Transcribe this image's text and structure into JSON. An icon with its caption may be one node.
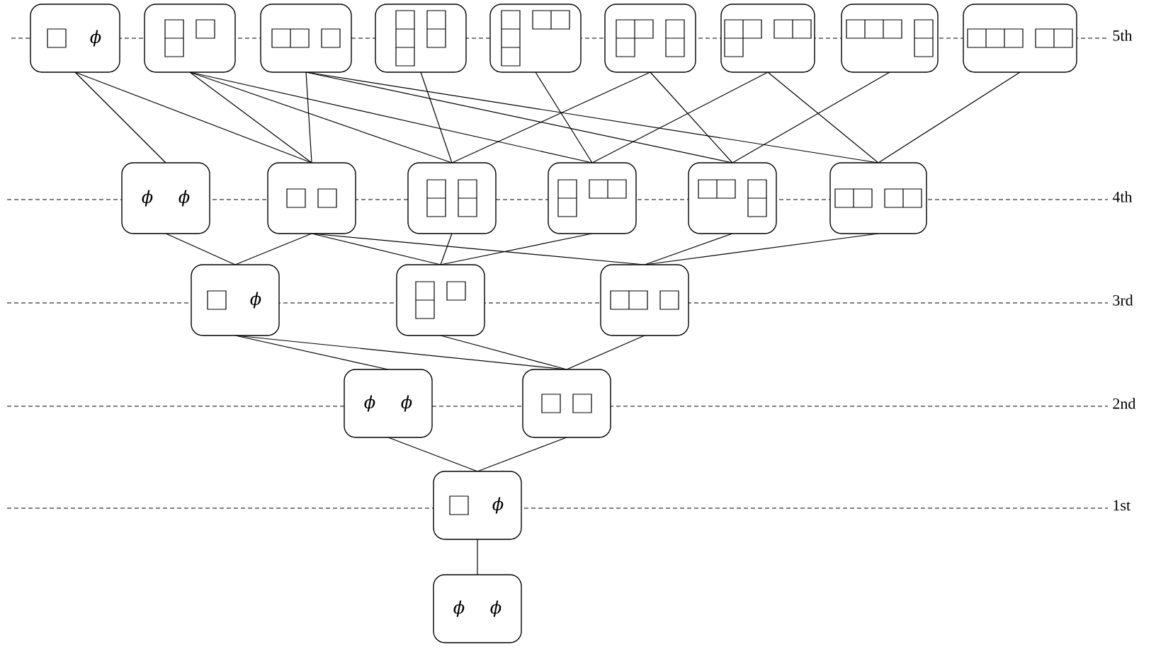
{
  "diagram": {
    "nodes": [
      {
        "text": [
          "ϕ"
        ]
      },
      {
        "text": [],
        "shape": "box"
      },
      {
        "text": [],
        "shape": "box"
      },
      {
        "text": [],
        "shape": "box"
      },
      {
        "text": [],
        "shape": "box"
      },
      {
        "text": [],
        "shape": "box"
      },
      {
        "text": [],
        "shape": "box"
      },
      {
        "text": [],
        "shape": "box"
      },
      {
        "text": [],
        "shape": "box"
      },
      {
        "text": [
          "ϕ",
          "ϕ"
        ]
      },
      {
        "text": [],
        "shape": "box"
      },
      {
        "text": [],
        "shape": "box"
      },
      {
        "text": [],
        "shape": "box"
      },
      {
        "text": [],
        "shape": "box"
      },
      {
        "text": [],
        "shape": "box"
      },
      {
        "text": [
          "ϕ"
        ]
      },
      {
        "text": [],
        "shape": "box"
      },
      {
        "text": [],
        "shape": "box"
      },
      {
        "text": [
          "ϕ",
          "ϕ"
        ]
      },
      {
        "text": [],
        "shape": "box"
      },
      {
        "text": [
          "ϕ"
        ]
      },
      {
        "text": [
          "ϕ",
          "ϕ"
        ]
      }
    ],
    "edges": [
      {
        "from": 9,
        "to": 0,
        "arrow": "none"
      },
      {
        "from": 10,
        "to": 0,
        "arrow": "none"
      },
      {
        "from": 10,
        "to": 1,
        "arrow": "none"
      },
      {
        "from": 11,
        "to": 1,
        "arrow": "none"
      },
      {
        "from": 12,
        "to": 1,
        "arrow": "none"
      },
      {
        "from": 10,
        "to": 2,
        "arrow": "none"
      },
      {
        "from": 13,
        "to": 2,
        "arrow": "none"
      },
      {
        "from": 14,
        "to": 2,
        "arrow": "none"
      },
      {
        "from": 11,
        "to": 3,
        "arrow": "none"
      },
      {
        "from": 12,
        "to": 4,
        "arrow": "none"
      },
      {
        "from": 11,
        "to": 5,
        "arrow": "none"
      },
      {
        "from": 13,
        "to": 5,
        "arrow": "none"
      },
      {
        "from": 12,
        "to": 6,
        "arrow": "none"
      },
      {
        "from": 14,
        "to": 6,
        "arrow": "none"
      },
      {
        "from": 13,
        "to": 7,
        "arrow": "none"
      },
      {
        "from": 14,
        "to": 8,
        "arrow": "none"
      },
      {
        "from": 15,
        "to": 9,
        "arrow": "none"
      },
      {
        "from": 15,
        "to": 10,
        "arrow": "none"
      },
      {
        "from": 16,
        "to": 10,
        "arrow": "none"
      },
      {
        "from": 17,
        "to": 10,
        "arrow": "none"
      },
      {
        "from": 16,
        "to": 11,
        "arrow": "none"
      },
      {
        "from": 16,
        "to": 12,
        "arrow": "none"
      },
      {
        "from": 17,
        "to": 13,
        "arrow": "none"
      },
      {
        "from": 17,
        "to": 14,
        "arrow": "none"
      },
      {
        "from": 18,
        "to": 15,
        "arrow": "none"
      },
      {
        "from": 19,
        "to": 15,
        "arrow": "none"
      },
      {
        "from": 19,
        "to": 16,
        "arrow": "none"
      },
      {
        "from": 19,
        "to": 17,
        "arrow": "none"
      },
      {
        "from": 20,
        "to": 18,
        "arrow": "none"
      },
      {
        "from": 20,
        "to": 19,
        "arrow": "none"
      },
      {
        "from": 21,
        "to": 20,
        "arrow": "none"
      }
    ],
    "labels": [
      "5th",
      "4th",
      "3rd",
      "2nd",
      "1st"
    ]
  }
}
